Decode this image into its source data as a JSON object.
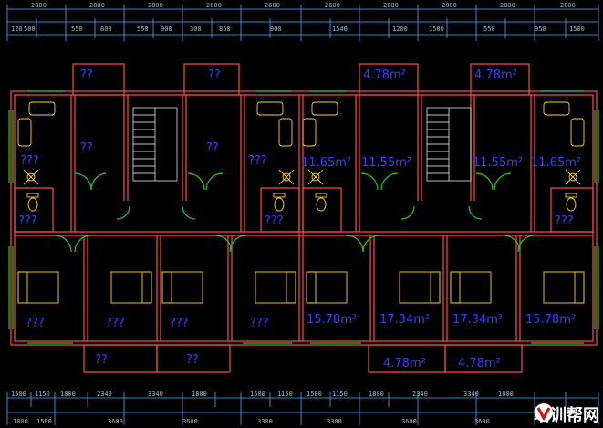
{
  "dims_top_row1": [
    "2800",
    "2800",
    "2800",
    "2800",
    "2600",
    "2600",
    "2800",
    "2800",
    "2800",
    "2800"
  ],
  "dims_top_row2": [
    "120",
    "500",
    "550",
    "800",
    "550",
    "900",
    "300",
    "850",
    "900",
    "1540",
    "1200",
    "1500",
    "550",
    "950",
    "1500"
  ],
  "dims_bottom_row1": [
    "1500",
    "1150",
    "1800",
    "2340",
    "3340",
    "1800",
    "1500",
    "1150",
    "1500",
    "1150",
    "1800",
    "2340",
    "3340",
    "1800"
  ],
  "dims_bottom_row2": [
    "1800",
    "1500",
    "3600",
    "3600",
    "3300",
    "3300",
    "3600",
    "3600"
  ],
  "rooms_unknown": "??",
  "rooms_triple": "???",
  "areas": {
    "a478": "4.78m²",
    "a1165": "11.65m²",
    "a1155": "11.55m²",
    "a1578": "15.78m²",
    "a1734": "17.34m²"
  },
  "watermark": "培训帮网"
}
